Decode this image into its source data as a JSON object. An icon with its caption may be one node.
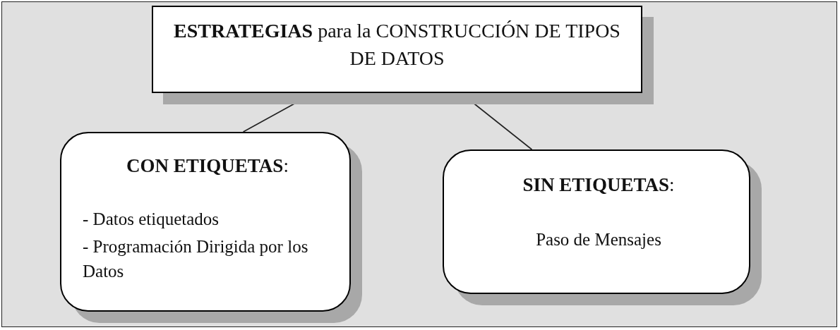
{
  "diagram": {
    "nodes": [
      {
        "text": [
          "**ESTRATEGIAS** para la CONSTRUCCIÓN DE TIPOS DE DATOS"
        ]
      },
      {
        "text": [
          "**CON ETIQUETAS**:",
          "- Datos etiquetados",
          "- Programación Dirigida por los Datos"
        ]
      },
      {
        "text": [
          "**SIN ETIQUETAS**:",
          "Paso de Mensajes"
        ]
      }
    ],
    "edges": [
      {
        "from": 0,
        "to": 1,
        "arrow": "none"
      },
      {
        "from": 0,
        "to": 2,
        "arrow": "none"
      }
    ]
  }
}
